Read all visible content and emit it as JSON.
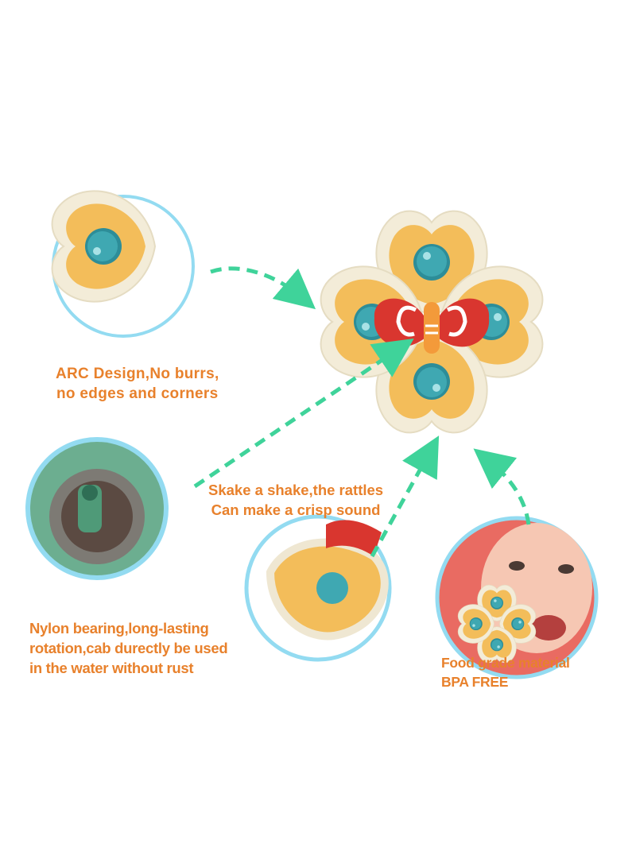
{
  "captions": {
    "arc": [
      "ARC Design,No burrs,",
      "no edges and corners"
    ],
    "rattle": [
      "Skake a shake,the rattles",
      "Can make a crisp sound"
    ],
    "bearing": [
      "Nylon bearing,long-lasting",
      "rotation,cab durectly be used",
      "in the water without rust"
    ],
    "food": [
      "Food grade material",
      "BPA FREE"
    ]
  },
  "colors": {
    "caption": "#e8812c",
    "arrow": "#3fd39a",
    "circle_border": "#93dbf1",
    "petal_outer": "#f3ecd8",
    "petal_inner": "#f3bd5a",
    "button": "#3fa6b0",
    "butterfly": "#d9362f"
  }
}
